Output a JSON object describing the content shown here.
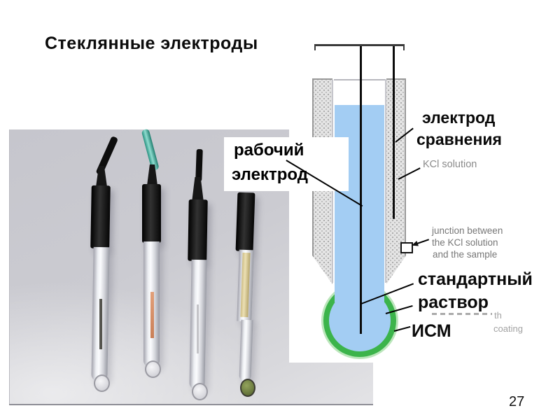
{
  "slide": {
    "title": "Стеклянные электроды",
    "page_number": "27"
  },
  "working_electrode_label": {
    "line1": "рабочий",
    "line2": "электрод"
  },
  "diagram_labels": {
    "ref_line1": "электрод",
    "ref_line2": "сравнения",
    "kcl": "KCl solution",
    "junction1": "junction between",
    "junction2": "the KCl solution",
    "junction3": "and  the sample",
    "std1": "стандартный",
    "std2": "раствор",
    "ism": "ИСМ",
    "frag_th": "th",
    "frag_coating": "coating"
  },
  "colors": {
    "solution_blue": "#a3cdf3",
    "membrane_green": "#3cb44b",
    "kcl_stipple": "#e4e4e4",
    "wire_teal": "#2f9c8b"
  }
}
